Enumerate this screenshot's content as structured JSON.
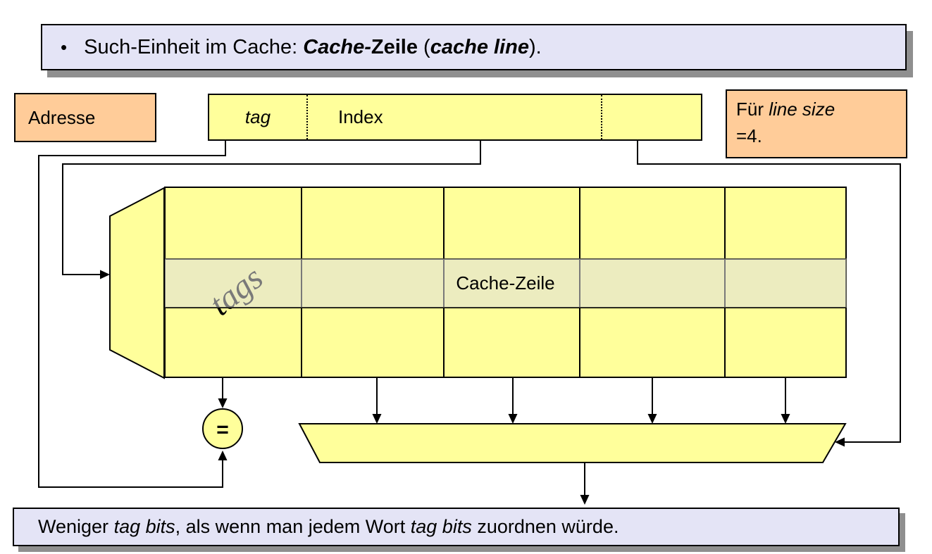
{
  "slide": {
    "title": {
      "bullet": "•",
      "segments": [
        {
          "t": "Such-Einheit im Cache: ",
          "s": "n"
        },
        {
          "t": "Cache-",
          "s": "bi"
        },
        {
          "t": "Zeile",
          "s": "b"
        },
        {
          "t": " (",
          "s": "n"
        },
        {
          "t": "cache line",
          "s": "bi"
        },
        {
          "t": ").",
          "s": "n"
        }
      ]
    },
    "address_box": {
      "label": "Adresse"
    },
    "address_field": {
      "tag": "tag",
      "index": "Index"
    },
    "line_size_note": {
      "line1_segments": [
        {
          "t": "Für ",
          "s": "n"
        },
        {
          "t": "line size",
          "s": "i"
        }
      ],
      "line2": "=4."
    },
    "cache_table": {
      "tags_label": "tags",
      "row_label": "Cache-Zeile",
      "columns": 5,
      "rows": 3
    },
    "comparator_label": "=",
    "bottom_note": {
      "segments": [
        {
          "t": "Weniger ",
          "s": "n"
        },
        {
          "t": "tag bits",
          "s": "i"
        },
        {
          "t": ", als wenn man jedem Wort ",
          "s": "n"
        },
        {
          "t": "tag bits",
          "s": "i"
        },
        {
          "t": " zuordnen würde.",
          "s": "n"
        }
      ]
    },
    "colors": {
      "lavender": "#e4e4f6",
      "orange": "#ffcc99",
      "yellow": "#ffff9b",
      "shadow": "#8f8f8f",
      "border": "#000000"
    }
  }
}
